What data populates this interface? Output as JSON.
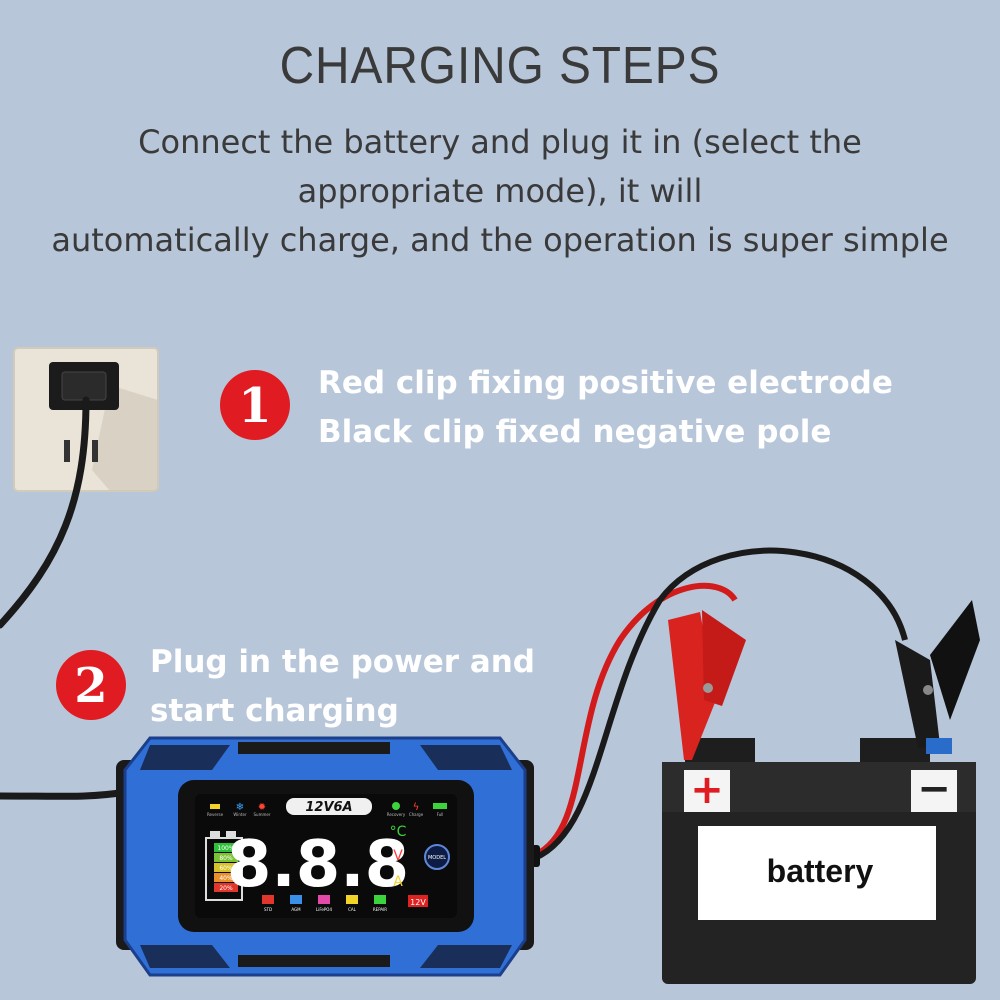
{
  "title": "CHARGING STEPS",
  "subtitle": [
    "Connect the battery and plug it in (select the",
    "appropriate mode), it will",
    "automatically charge, and the operation is super simple"
  ],
  "steps": [
    {
      "number": "1",
      "lines": [
        "Red clip fixing positive electrode",
        "Black clip fixed negative pole"
      ]
    },
    {
      "number": "2",
      "lines": [
        "Plug in the power and",
        "start charging"
      ]
    }
  ],
  "charger": {
    "model_label": "12V6A",
    "digits": "8.8.8",
    "units": [
      "°C",
      "V",
      "A"
    ],
    "voltage_badge": "12V",
    "model_button": "MODEL",
    "battery_levels": [
      "100%",
      "80%",
      "60%",
      "40%",
      "20%"
    ],
    "top_icons": [
      "Reverse",
      "Winter",
      "Summer",
      "Recovery",
      "Charge",
      "Full"
    ],
    "mode_icons": [
      "STD",
      "AGM",
      "LiFePO4",
      "CAL",
      "REPAIR"
    ]
  },
  "battery": {
    "label": "battery",
    "plus_symbol": "+",
    "minus_symbol": "−"
  },
  "colors": {
    "background": "#b7c6d9",
    "badge": "#e01b22",
    "charger_body": "#2f6fd6",
    "red_cable": "#d21c1c",
    "text_dark": "#3a3a3a"
  }
}
